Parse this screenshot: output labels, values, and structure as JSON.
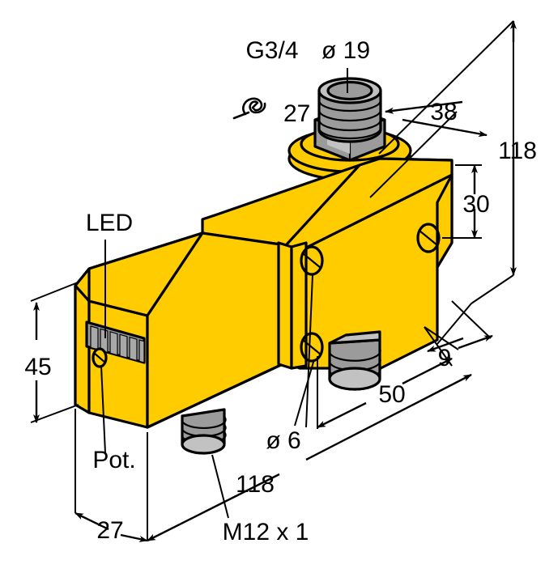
{
  "drawing": {
    "title": "Inline flow sensor dimensional drawing",
    "type": "technical-dimension-drawing",
    "colors": {
      "body_yellow": "#FFCC00",
      "body_yellow_shade": "#F5C400",
      "metal_gray": "#9B9B9B",
      "metal_gray_light": "#C2C2C2",
      "metal_gray_dark": "#8A8A8A",
      "line_black": "#000000",
      "background": "#FFFFFF"
    }
  },
  "labels": {
    "thread_top": "G3/4",
    "bore_top": "ø 19",
    "wrench_size": "27",
    "led": "LED",
    "pot": "Pot.",
    "connector": "M12 x 1",
    "bore_mounting": "ø 6"
  },
  "dimensions": {
    "overall_height_right": "118",
    "offset_top": "38",
    "mount_height": "30",
    "body_height_left": "45",
    "body_width_front": "27",
    "length_50": "50",
    "edge_9": "9",
    "overall_length_bottom": "118"
  },
  "icons": {
    "wrench": "wrench-icon",
    "diameter_symbol": "ø"
  }
}
